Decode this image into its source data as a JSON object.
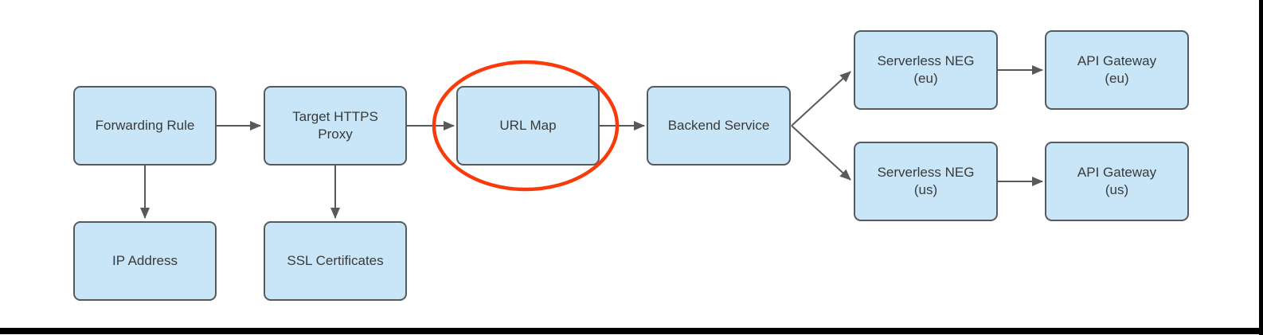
{
  "nodes": [
    {
      "id": "forwarding-rule",
      "label": "Forwarding Rule"
    },
    {
      "id": "target-https-proxy",
      "label": "Target HTTPS\nProxy"
    },
    {
      "id": "url-map",
      "label": "URL Map"
    },
    {
      "id": "backend-service",
      "label": "Backend Service"
    },
    {
      "id": "serverless-neg-eu",
      "label": "Serverless NEG\n(eu)"
    },
    {
      "id": "api-gateway-eu",
      "label": "API Gateway\n(eu)"
    },
    {
      "id": "serverless-neg-us",
      "label": "Serverless NEG\n(us)"
    },
    {
      "id": "api-gateway-us",
      "label": "API Gateway\n(us)"
    },
    {
      "id": "ip-address",
      "label": "IP Address"
    },
    {
      "id": "ssl-certificates",
      "label": "SSL Certificates"
    }
  ],
  "edges": [
    {
      "from": "forwarding-rule",
      "to": "target-https-proxy"
    },
    {
      "from": "target-https-proxy",
      "to": "url-map"
    },
    {
      "from": "url-map",
      "to": "backend-service"
    },
    {
      "from": "backend-service",
      "to": "serverless-neg-eu"
    },
    {
      "from": "backend-service",
      "to": "serverless-neg-us"
    },
    {
      "from": "serverless-neg-eu",
      "to": "api-gateway-eu"
    },
    {
      "from": "serverless-neg-us",
      "to": "api-gateway-us"
    },
    {
      "from": "forwarding-rule",
      "to": "ip-address"
    },
    {
      "from": "target-https-proxy",
      "to": "ssl-certificates"
    }
  ],
  "annotation": {
    "type": "ellipse-highlight",
    "highlights": "url-map",
    "color": "#F93B0C"
  },
  "colors": {
    "background": "#FFFFFF",
    "node_fill": "#C9E6F8",
    "node_stroke": "#58595B",
    "arrow": "#58595B",
    "text": "#3A3A3A",
    "highlight": "#F93B0C",
    "frame": "#000000"
  }
}
